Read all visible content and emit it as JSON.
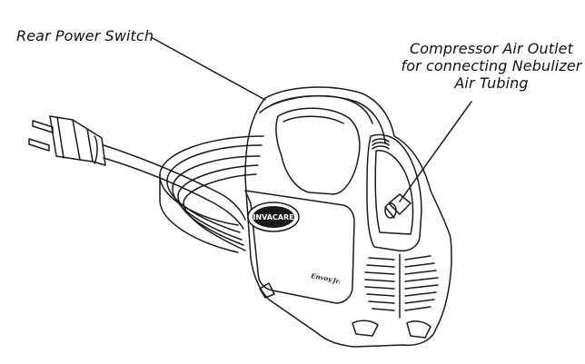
{
  "labels": {
    "rear_power_switch": "Rear Power Switch",
    "outlet_line1": "Compressor Air Outlet",
    "outlet_line2": "for connecting Nebulizer",
    "outlet_line3": "Air Tubing"
  },
  "device": {
    "brand_badge": "INVACARE",
    "model_name": "Envoy",
    "model_suffix": "Jr."
  },
  "colors": {
    "line": "#1a1a1a",
    "background": "#ffffff"
  }
}
